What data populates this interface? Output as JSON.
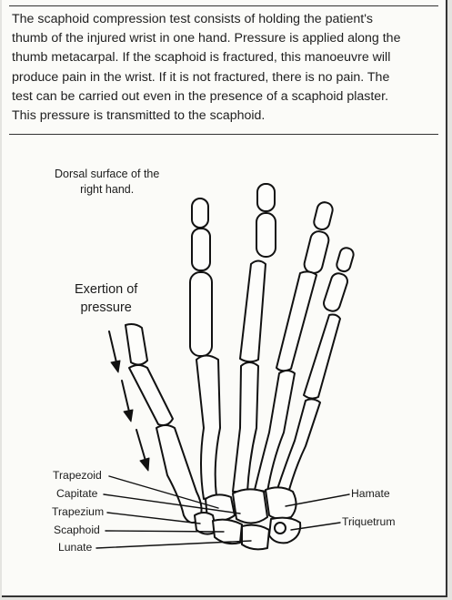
{
  "text": {
    "lines": [
      "The scaphoid compression test consists of holding the patient's",
      "thumb of the injured wrist in one hand. Pressure is applied along the",
      "thumb metacarpal. If the scaphoid is fractured, this manoeuvre will",
      "produce pain in the wrist. If it is not fractured, there is no pain. The",
      "test can be carried out even in the presence of a scaphoid plaster.",
      "This pressure is transmitted to the scaphoid."
    ]
  },
  "figure": {
    "caption_line1": "Dorsal surface of the",
    "caption_line2": "right hand.",
    "pressure_line1": "Exertion of",
    "pressure_line2": "pressure",
    "labels": {
      "trapezoid": "Trapezoid",
      "capitate": "Capitate",
      "trapezium": "Trapezium",
      "scaphoid": "Scaphoid",
      "lunate": "Lunate",
      "hamate": "Hamate",
      "triquetrum": "Triquetrum"
    }
  }
}
